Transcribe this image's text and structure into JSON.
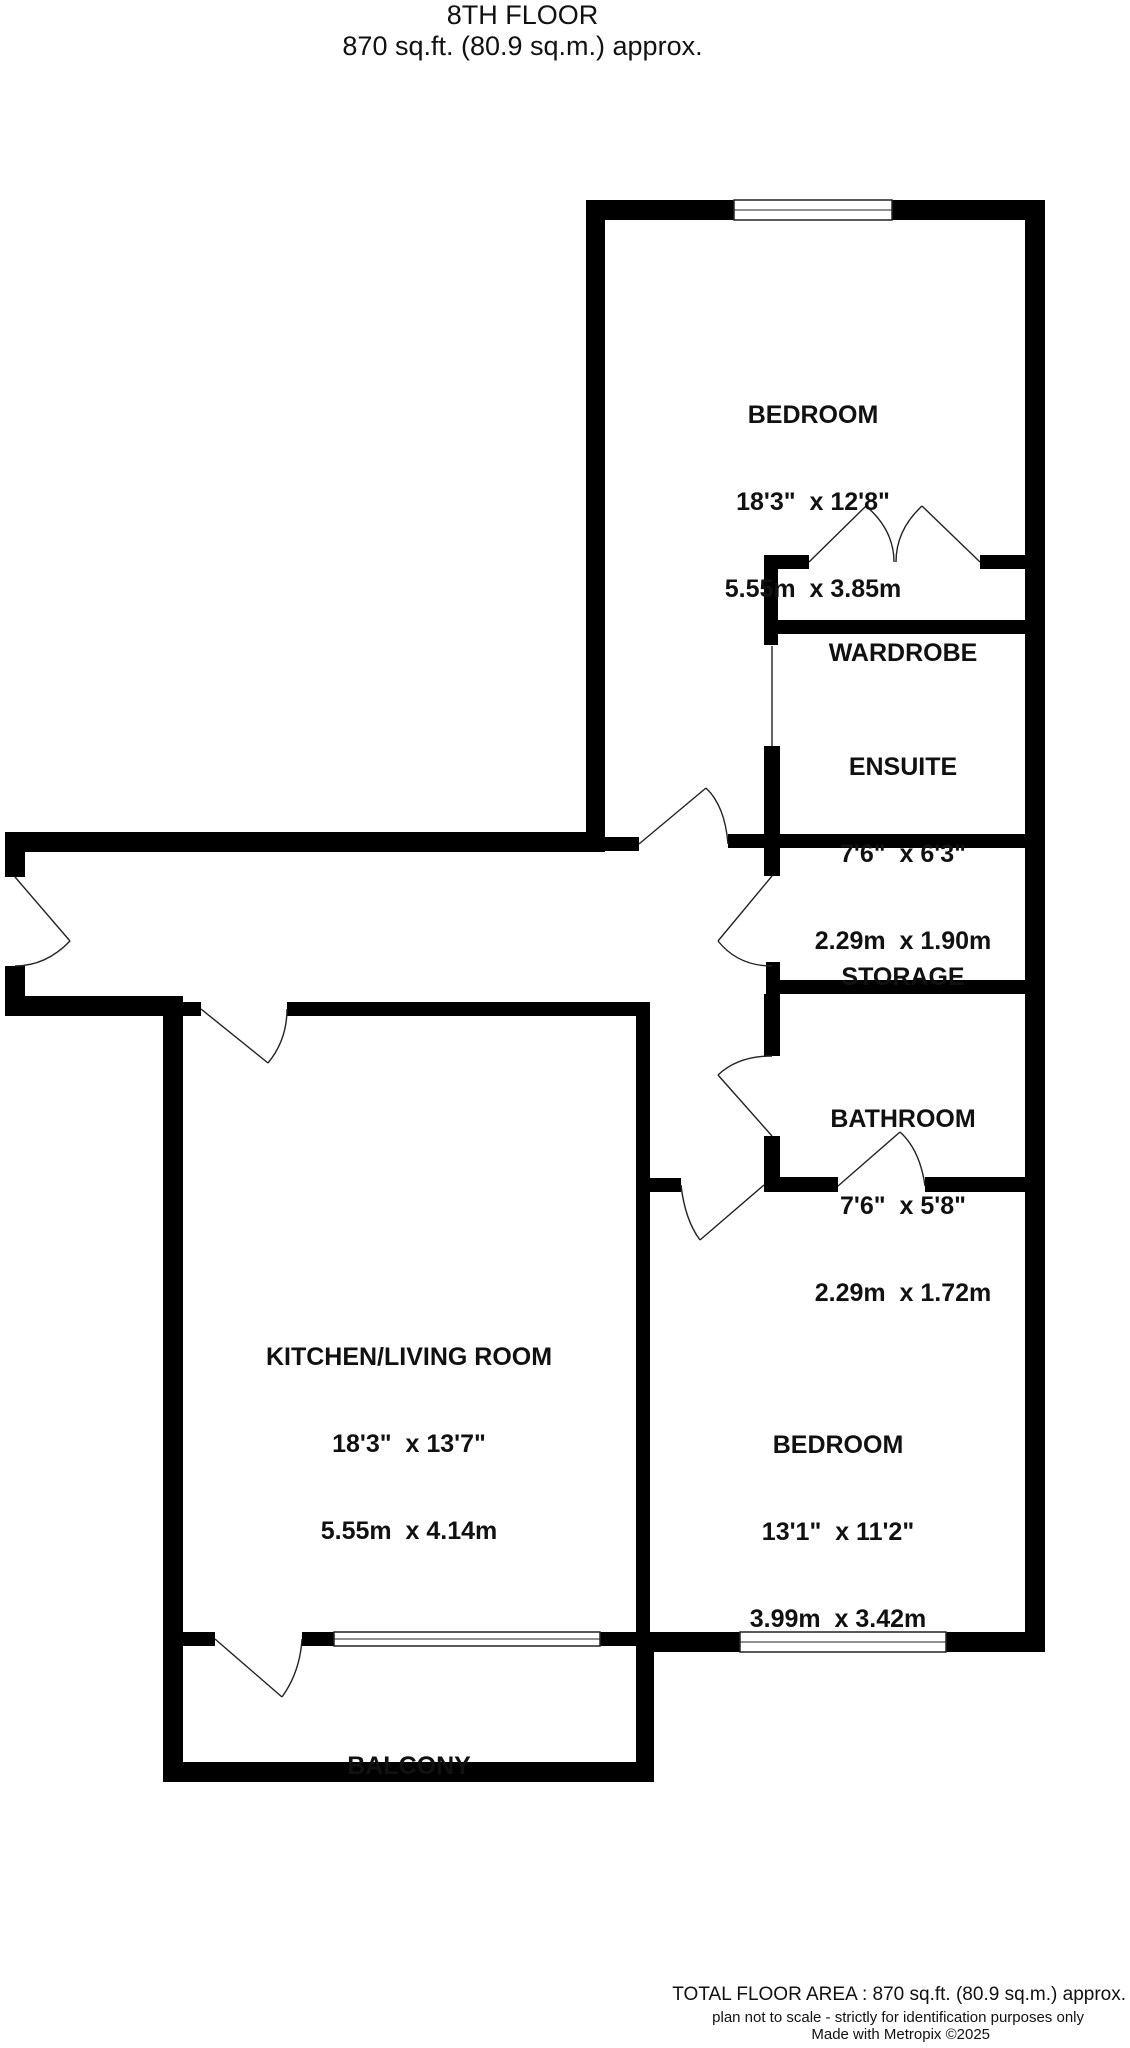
{
  "header": {
    "floor": "8TH FLOOR",
    "area": "870 sq.ft. (80.9 sq.m.) approx."
  },
  "rooms": {
    "bedroom_1": {
      "name": "BEDROOM",
      "imperial": "18'3\"  x 12'8\"",
      "metric": "5.55m  x 3.85m"
    },
    "wardrobe": {
      "name": "WARDROBE"
    },
    "ensuite": {
      "name": "ENSUITE",
      "imperial": "7'6\"  x 6'3\"",
      "metric": "2.29m  x 1.90m"
    },
    "storage": {
      "name": "STORAGE"
    },
    "bathroom": {
      "name": "BATHROOM",
      "imperial": "7'6\"  x 5'8\"",
      "metric": "2.29m  x 1.72m"
    },
    "kitchen_living": {
      "name": "KITCHEN/LIVING ROOM",
      "imperial": "18'3\"  x 13'7\"",
      "metric": "5.55m  x 4.14m"
    },
    "bedroom_2": {
      "name": "BEDROOM",
      "imperial": "13'1\"  x 11'2\"",
      "metric": "3.99m  x 3.42m"
    },
    "balcony": {
      "name": "BALCONY"
    }
  },
  "footer": {
    "total": "TOTAL FLOOR AREA : 870 sq.ft. (80.9 sq.m.) approx.",
    "disclaimer": "plan not to scale - strictly for identification purposes only",
    "credit": "Made with Metropix ©2025"
  },
  "colors": {
    "wall": "#000000",
    "door": "#222222",
    "background": "#ffffff",
    "text": "#111111"
  }
}
